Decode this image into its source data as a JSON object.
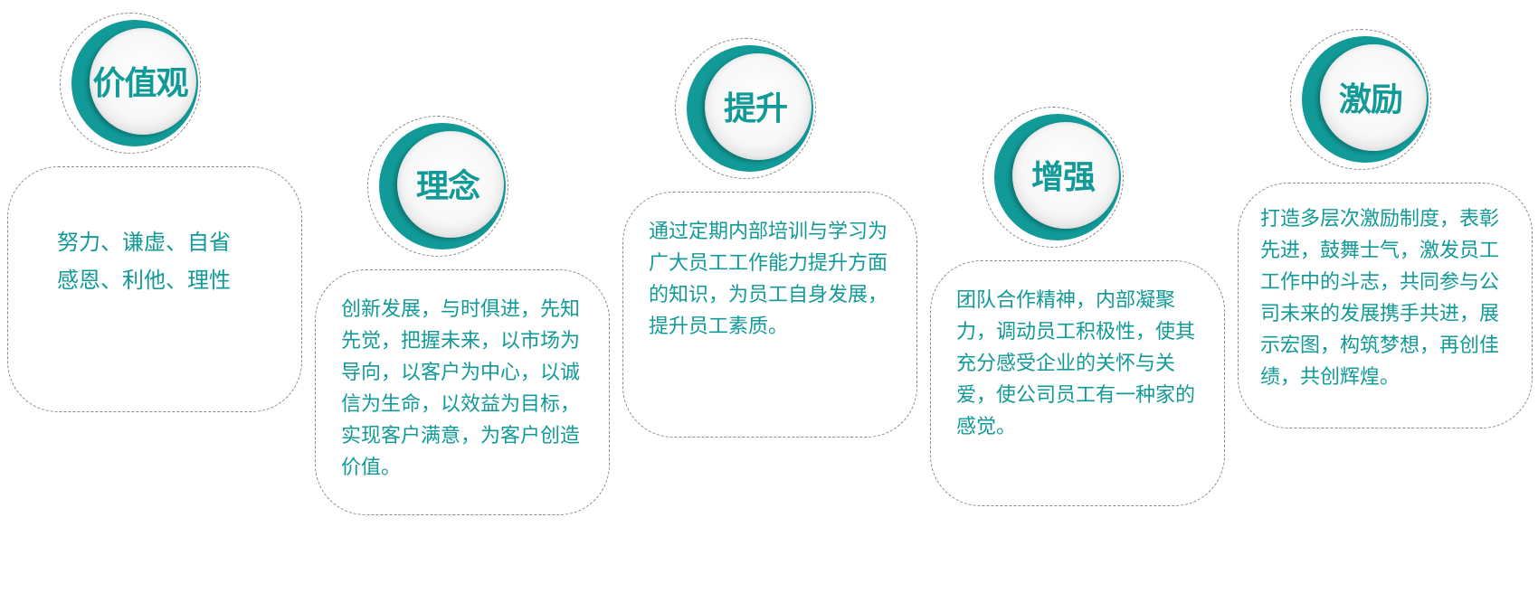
{
  "items": [
    {
      "title": "价值观",
      "text": "努力、谦虚、自省\n感恩、利他、理性"
    },
    {
      "title": "理念",
      "text": "创新发展，与时俱进，先知先觉，把握未来，以市场为导向，以客户为中心，以诚信为生命，以效益为目标，实现客户满意，为客户创造价值。"
    },
    {
      "title": "提升",
      "text": "通过定期内部培训与学习为广大员工工作能力提升方面的知识，为员工自身发展，提升员工素质。"
    },
    {
      "title": "增强",
      "text": "团队合作精神，内部凝聚力，调动员工积极性，使其充分感受企业的关怀与关爱，使公司员工有一种家的感觉。"
    },
    {
      "title": "激励",
      "text": "打造多层次激励制度，表彰先进，鼓舞士气，激发员工工作中的斗志，共同参与公司未来的发展携手共进，展示宏图，构筑梦想，再创佳绩，共创辉煌。"
    }
  ],
  "colors": {
    "accent": "#119a98",
    "border": "#8a8a8a"
  }
}
